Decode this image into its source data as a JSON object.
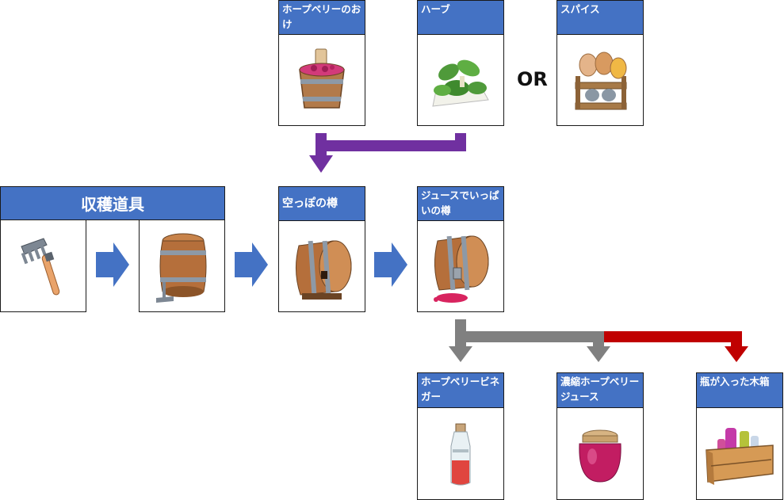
{
  "inputs": [
    {
      "label": "ホープベリーのおけ",
      "icon": "berry-tub-icon"
    },
    {
      "label": "ハーブ",
      "icon": "herb-bundle-icon"
    },
    {
      "label": "スパイス",
      "icon": "spice-rack-icon"
    }
  ],
  "or_label": "OR",
  "harvest_tools_title": "収穫道具",
  "tools": [
    {
      "icon": "rake-icon"
    },
    {
      "icon": "barrel-with-rake-icon"
    }
  ],
  "empty_barrel": {
    "label": "空っぽの樽",
    "icon": "empty-barrel-icon"
  },
  "juice_barrel": {
    "label": "ジュースでいっぱいの樽",
    "icon": "juice-barrel-icon"
  },
  "outputs": [
    {
      "label": "ホープベリービネガー",
      "icon": "vinegar-bottle-icon"
    },
    {
      "label": "濃縮ホープベリージュース",
      "icon": "juice-jar-icon"
    },
    {
      "label": "瓶が入った木箱",
      "icon": "bottle-crate-icon"
    }
  ],
  "colors": {
    "header": "#4472c4",
    "arrow_blue": "#4472c4",
    "arrow_purple": "#7030a0",
    "arrow_gray": "#808080",
    "arrow_red": "#c00000"
  }
}
